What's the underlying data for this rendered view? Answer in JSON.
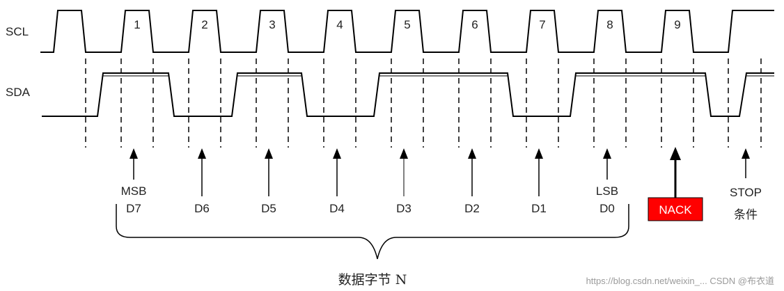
{
  "signals": {
    "scl": "SCL",
    "sda": "SDA"
  },
  "clock_numbers": [
    "1",
    "2",
    "3",
    "4",
    "5",
    "6",
    "7",
    "8",
    "9"
  ],
  "bits": [
    {
      "line1": "MSB",
      "line2": "D7"
    },
    {
      "line1": "",
      "line2": "D6"
    },
    {
      "line1": "",
      "line2": "D5"
    },
    {
      "line1": "",
      "line2": "D4"
    },
    {
      "line1": "",
      "line2": "D3"
    },
    {
      "line1": "",
      "line2": "D2"
    },
    {
      "line1": "",
      "line2": "D1"
    },
    {
      "line1": "LSB",
      "line2": "D0"
    }
  ],
  "nack": {
    "label": "NACK",
    "color": "#ff0000"
  },
  "stop": {
    "line1": "STOP",
    "line2": "条件"
  },
  "brace_caption": "数据字节 N",
  "watermark": "https://blog.csdn.net/weixin_...   CSDN @布衣道"
}
